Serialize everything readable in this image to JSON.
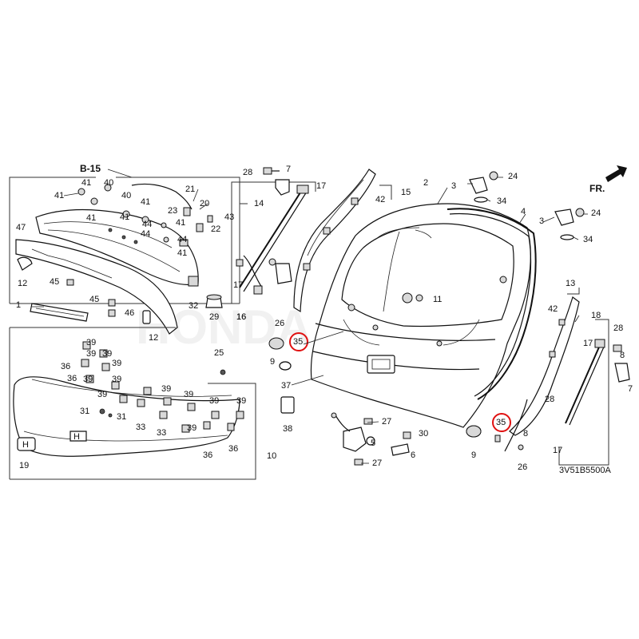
{
  "diagram": {
    "section_ref": "B-15",
    "front_indicator": "FR.",
    "part_code": "3V51B5500A",
    "highlighted_part": "35",
    "watermark": "HONDA",
    "callouts": [
      "1",
      "2",
      "3",
      "4",
      "5",
      "6",
      "7",
      "8",
      "9",
      "10",
      "11",
      "12",
      "13",
      "14",
      "15",
      "16",
      "17",
      "18",
      "19",
      "20",
      "21",
      "22",
      "23",
      "24",
      "25",
      "26",
      "27",
      "28",
      "29",
      "30",
      "31",
      "32",
      "33",
      "34",
      "35",
      "36",
      "37",
      "38",
      "39",
      "40",
      "41",
      "42",
      "43",
      "44",
      "45",
      "46",
      "47"
    ]
  }
}
